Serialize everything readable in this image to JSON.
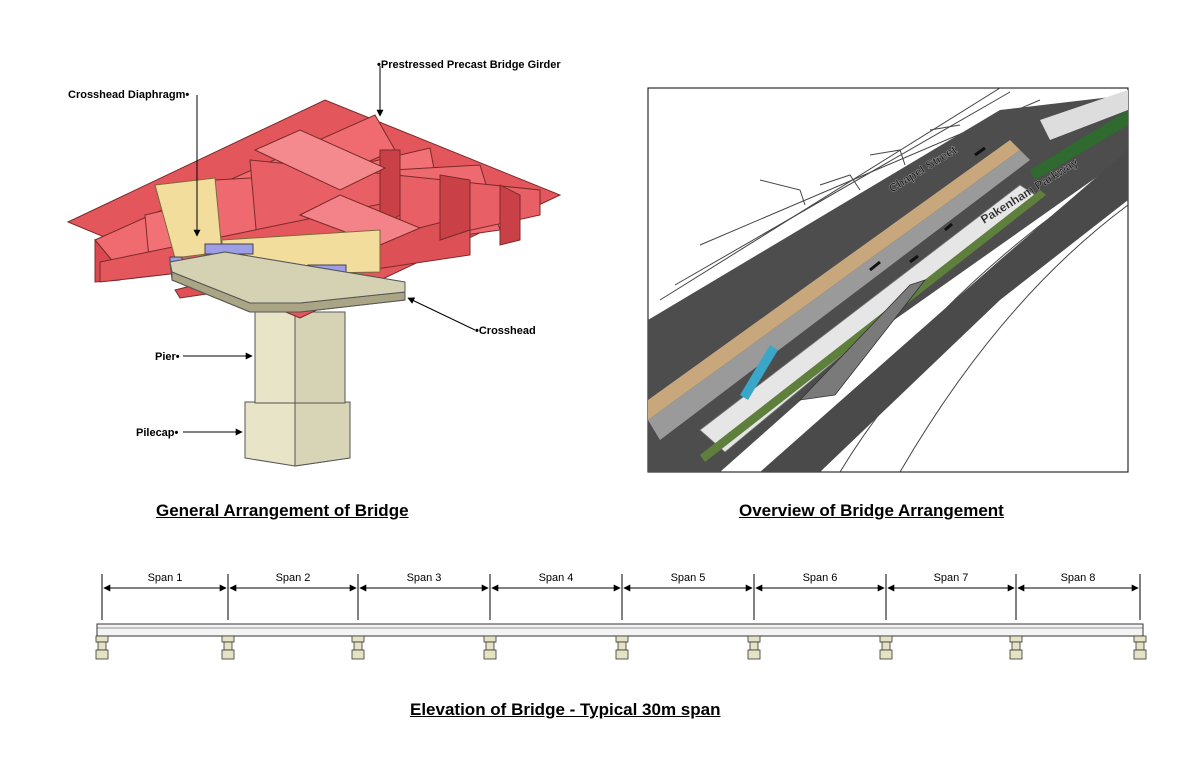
{
  "labels": {
    "girder": "•Prestressed Precast Bridge Girder",
    "diaphragm": "Crosshead Diaphragm•",
    "crosshead": "•Crosshead",
    "pier": "Pier•",
    "pilecap": "Pilecap•"
  },
  "overview_text": {
    "street_1": "Chapel Street",
    "street_2": "Pakenham Parkway"
  },
  "captions": {
    "general": "General Arrangement of Bridge",
    "overview": "Overview of Bridge Arrangement",
    "elevation": "Elevation of Bridge - Typical 30m span"
  },
  "spans": [
    "Span 1",
    "Span 2",
    "Span 3",
    "Span 4",
    "Span 5",
    "Span 6",
    "Span 7",
    "Span 8"
  ],
  "colors": {
    "girder": "#e8585f",
    "diaphragm": "#f1dc9a",
    "crosshead": "#e8e3c6",
    "bearing": "#9d9de8",
    "road": "#4a4a4a"
  }
}
